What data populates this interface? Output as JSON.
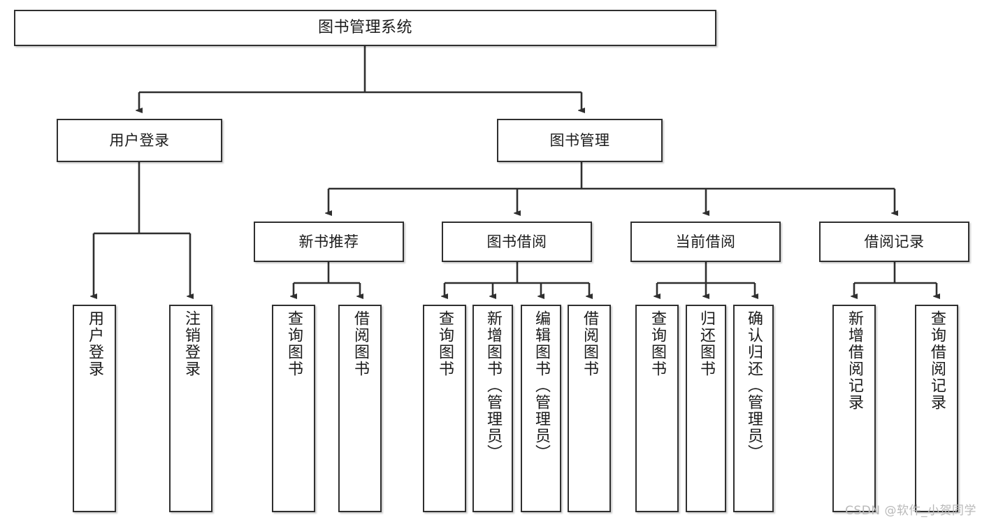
{
  "diagram": {
    "title": "图书管理系统",
    "type": "functional-structure-tree",
    "watermark": "CSDN @软件_小贺同学",
    "colors": {
      "box_border": "#2f2f2f",
      "box_fill": "#ffffff",
      "edge": "#2f2f2f",
      "text": "#1b1b1b",
      "watermark": "#b9b9b9",
      "background": "#ffffff"
    },
    "levels": {
      "root": {
        "label": "图书管理系统"
      },
      "level2": [
        {
          "label": "用户登录"
        },
        {
          "label": "图书管理"
        }
      ],
      "level3": [
        {
          "label": "新书推荐"
        },
        {
          "label": "图书借阅"
        },
        {
          "label": "当前借阅"
        },
        {
          "label": "借阅记录"
        }
      ],
      "leaves": [
        {
          "label": "用户登录",
          "parent": "用户登录"
        },
        {
          "label": "注销登录",
          "parent": "用户登录"
        },
        {
          "label": "查询图书",
          "parent": "新书推荐"
        },
        {
          "label": "借阅图书",
          "parent": "新书推荐"
        },
        {
          "label": "查询图书",
          "parent": "图书借阅"
        },
        {
          "label": "新增图书（管理员）",
          "parent": "图书借阅"
        },
        {
          "label": "编辑图书（管理员）",
          "parent": "图书借阅"
        },
        {
          "label": "借阅图书",
          "parent": "图书借阅"
        },
        {
          "label": "查询图书",
          "parent": "当前借阅"
        },
        {
          "label": "归还图书",
          "parent": "当前借阅"
        },
        {
          "label": "确认归还（管理员）",
          "parent": "当前借阅"
        },
        {
          "label": "新增借阅记录",
          "parent": "借阅记录"
        },
        {
          "label": "查询借阅记录",
          "parent": "借阅记录"
        }
      ]
    }
  }
}
